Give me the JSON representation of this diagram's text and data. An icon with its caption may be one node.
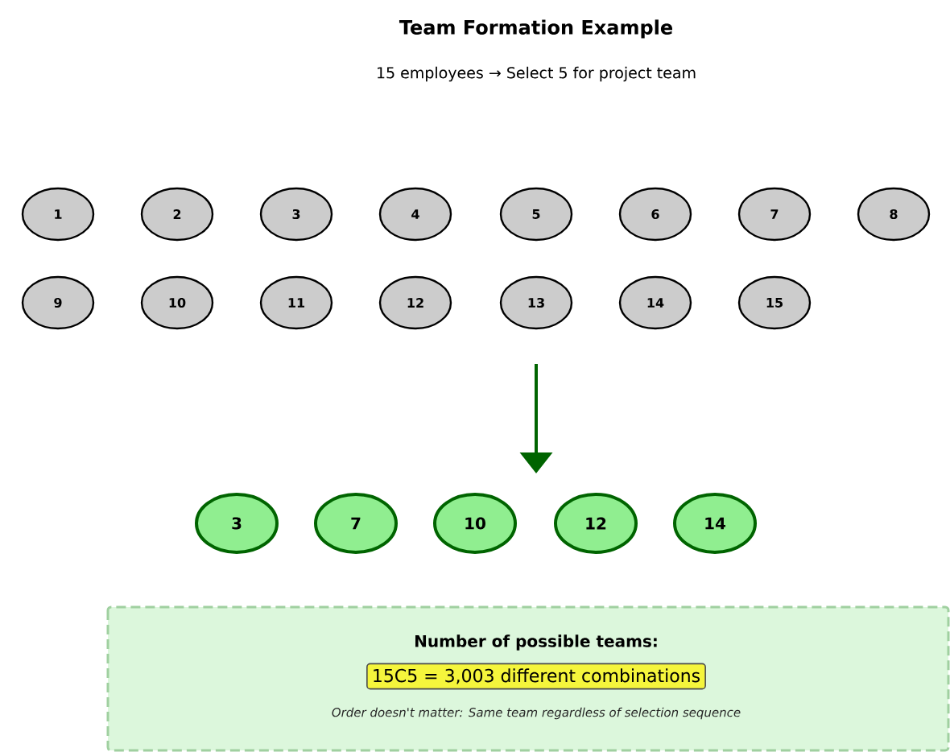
{
  "diagram": {
    "title": "Team Formation Example",
    "nodes": [
      {
        "text": [
          "1"
        ]
      },
      {
        "text": [
          "2"
        ]
      },
      {
        "text": [
          "3"
        ]
      },
      {
        "text": [
          "4"
        ]
      },
      {
        "text": [
          "5"
        ]
      },
      {
        "text": [
          "6"
        ]
      },
      {
        "text": [
          "7"
        ]
      },
      {
        "text": [
          "8"
        ]
      },
      {
        "text": [
          "9"
        ]
      },
      {
        "text": [
          "10"
        ]
      },
      {
        "text": [
          "11"
        ]
      },
      {
        "text": [
          "12"
        ]
      },
      {
        "text": [
          "13"
        ]
      },
      {
        "text": [
          "14"
        ]
      },
      {
        "text": [
          "15"
        ]
      },
      {
        "text": [
          "3"
        ]
      },
      {
        "text": [
          "7"
        ]
      },
      {
        "text": [
          "10"
        ]
      },
      {
        "text": [
          "12"
        ]
      },
      {
        "text": [
          "14"
        ]
      },
      {
        "text": [
          "Number of possible teams:",
          "Order doesn't matter: Same team regardless of selection sequence"
        ]
      },
      {
        "text": [
          "15C5 = 3,003 different combinations"
        ],
        "in": 20
      }
    ],
    "edges": [],
    "labels": [
      "15 employees → Select 5 for project team"
    ]
  }
}
